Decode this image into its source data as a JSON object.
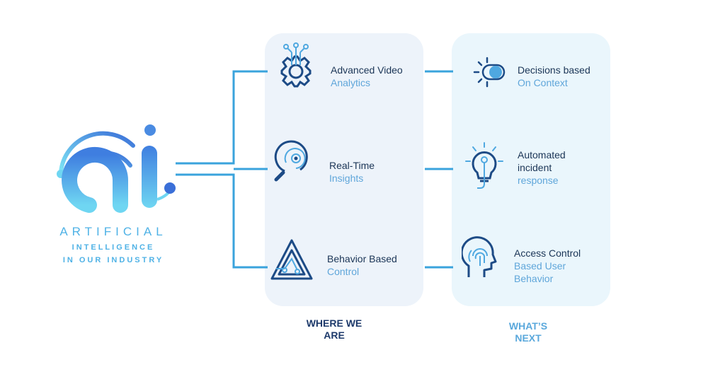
{
  "logo": {
    "title": "ARTIFICIAL",
    "subtitle_line1": "INTELLIGENCE",
    "subtitle_line2": "IN OUR INDUSTRY",
    "colors": {
      "light": "#7fe7f5",
      "mid": "#4fb2e6",
      "dark": "#3a6fd8"
    }
  },
  "where_we_are": {
    "label_line1": "WHERE WE",
    "label_line2": "ARE",
    "items": [
      {
        "icon": "gear-circuit-icon",
        "line1": "Advanced Video",
        "line2": "Analytics"
      },
      {
        "icon": "magnifier-radar-icon",
        "line1": "Real-Time",
        "line2": "Insights"
      },
      {
        "icon": "triangle-circuit-icon",
        "line1": "Behavior Based",
        "line2": "Control"
      }
    ]
  },
  "whats_next": {
    "label_line1": "WHAT’S",
    "label_line2": "NEXT",
    "items": [
      {
        "icon": "sun-toggle-icon",
        "line1": "Decisions based",
        "line2": "On Context"
      },
      {
        "icon": "lightbulb-circuit-icon",
        "line1": "Automated",
        "line2": "incident",
        "line3": "response"
      },
      {
        "icon": "head-fingerprint-icon",
        "line1": "Access Control",
        "line2": "Based User",
        "line3": "Behavior"
      }
    ]
  },
  "colors": {
    "connector": "#3aa3dc",
    "text_dark": "#1b3556",
    "text_light": "#5fa6da",
    "label_dark": "#1d3a6b",
    "label_light": "#5aa8dc",
    "panel_left": "#edf3fa",
    "panel_right": "#eaf6fc"
  }
}
